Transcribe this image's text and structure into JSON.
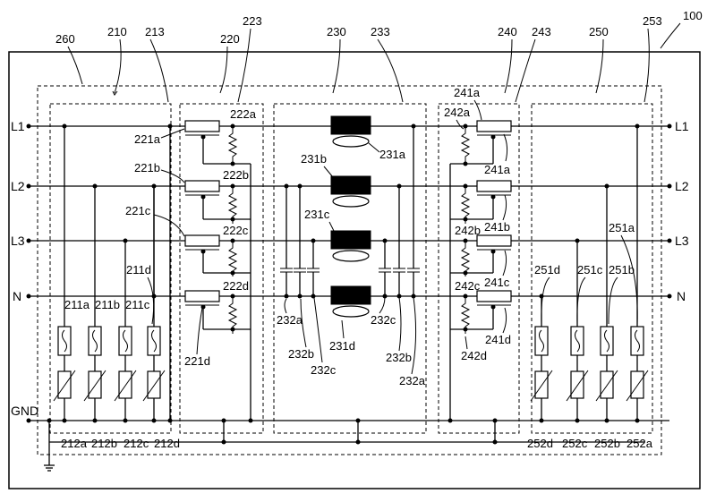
{
  "figure": {
    "ref_main": "100",
    "lines": [
      "L1",
      "L2",
      "L3",
      "N"
    ],
    "ground": "GND",
    "blocks": [
      "260",
      "210",
      "213",
      "220",
      "223",
      "230",
      "233",
      "240",
      "243",
      "250",
      "253"
    ],
    "labels_210": [
      "211a",
      "211b",
      "211c",
      "211d",
      "212a",
      "212b",
      "212c",
      "212d"
    ],
    "labels_220": [
      "221a",
      "221b",
      "221c",
      "221d",
      "222a",
      "222b",
      "222c",
      "222d"
    ],
    "labels_230": [
      "231a",
      "231b",
      "231c",
      "231d",
      "232a",
      "232b",
      "232c",
      "232c",
      "232b",
      "232a"
    ],
    "labels_240": [
      "241a",
      "242a",
      "241a",
      "242b",
      "241b",
      "242c",
      "241c",
      "242d",
      "241d"
    ],
    "labels_250": [
      "251a",
      "251b",
      "251c",
      "251d",
      "252a",
      "252b",
      "252c",
      "252d"
    ]
  }
}
